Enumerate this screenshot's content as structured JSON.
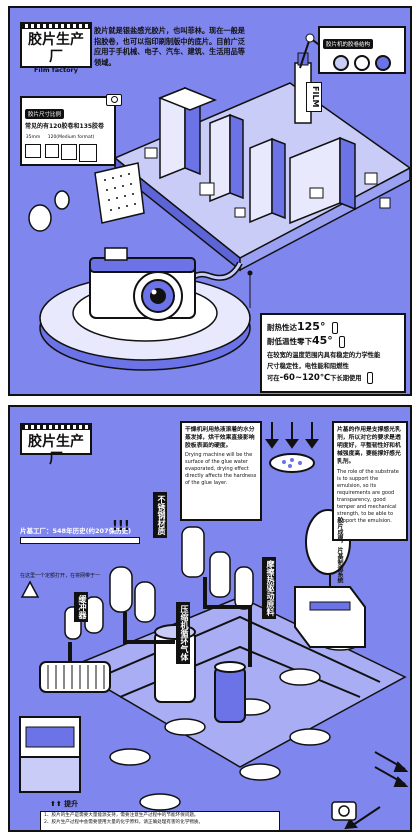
{
  "panel1": {
    "title": "胶片生产厂",
    "subtitle": "Film factory",
    "intro": "胶片就是银盐感光胶片，也叫菲林。现在一般是指胶卷，也可以指印刷制版中的底片。目前广泛应用于手机械、电子、汽车、建筑、生活用品等领域。",
    "sizes_tag": "胶片尺寸比例",
    "sizes_text": "常见的有120胶卷和135胶卷",
    "size_a": "35mm",
    "size_b": "120(Medium format)",
    "mini_tag": "胶片机的胶卷结构",
    "film_word": "FILM",
    "film_sign": "FILM",
    "specs": [
      {
        "text": "耐热性达",
        "value": "125°",
        "icon": "thermometer-icon"
      },
      {
        "text": "耐低温性零下",
        "value": "45°",
        "icon": "thermometer-icon"
      },
      {
        "text": "在较宽的温度范围内具有稳定的力学性能",
        "value": "",
        "icon": ""
      },
      {
        "text": "尺寸稳定性，电性能和阻燃性",
        "value": "",
        "icon": ""
      },
      {
        "text": "可在",
        "value": "-60~120℃",
        "suffix": "下长期使用",
        "icon": "thermometer-icon"
      }
    ]
  },
  "panel2": {
    "title": "胶片生产厂",
    "timeline_label": "片基工厂：548年历史(约207保历史)",
    "exclaim": "!!!",
    "note_a": "在这里一个定额打开，在将网带于一",
    "drying_cn": "干燥机利用热液滚着的水分蒸发掉，烘干效果直接影响胶板表面的硬度。",
    "drying_en": "Drying machine will be the surface of the glue water evaporated, drying effect directly affects the hardness of the glue layer.",
    "substrate_cn": "片基的作用是支撑感光乳剂，所以对它的要求是透明度好，平整韧性好和机械强度高，要能撑好感光乳剂。",
    "substrate_en": "The role of the substrate is to support the emulsion, so its requirements are good transparency, good temper and mechanical strength, to be able to support the emulsion.",
    "labels": {
      "stainless": "不锈钢材质",
      "buffer": "缓冲器",
      "compressor": "压缩机循环气体",
      "friction": "摩擦热驱动原料",
      "bubble": "胶片成膜，片基制造系统"
    },
    "lift_label": "提升",
    "notes": [
      "1、胶片的生产是需要大量能源支持，需要注意生产过程中的节能环保问题。",
      "2、胶片生产过程中会需要使用大量的化学原料，请正确处理有害的化学物质。"
    ]
  },
  "colors": {
    "panel_bg": "#7f86ee",
    "accent": "#6b73e6",
    "ink": "#111111"
  }
}
